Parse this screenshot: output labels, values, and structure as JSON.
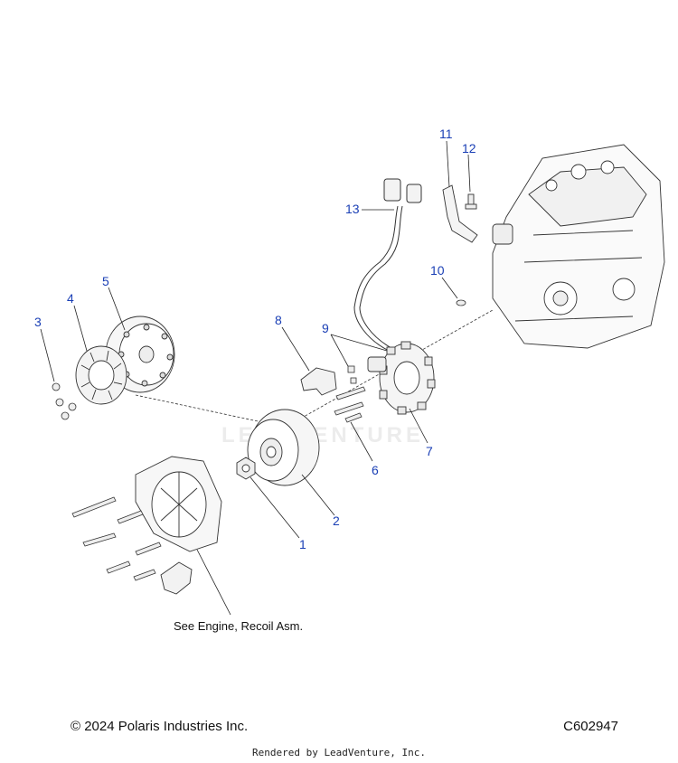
{
  "diagram": {
    "callouts": [
      {
        "id": "c1",
        "label": "1"
      },
      {
        "id": "c2",
        "label": "2"
      },
      {
        "id": "c3",
        "label": "3"
      },
      {
        "id": "c4",
        "label": "4"
      },
      {
        "id": "c5",
        "label": "5"
      },
      {
        "id": "c6",
        "label": "6"
      },
      {
        "id": "c7",
        "label": "7"
      },
      {
        "id": "c8",
        "label": "8"
      },
      {
        "id": "c9",
        "label": "9"
      },
      {
        "id": "c10",
        "label": "10"
      },
      {
        "id": "c11",
        "label": "11"
      },
      {
        "id": "c12",
        "label": "12"
      },
      {
        "id": "c13",
        "label": "13"
      }
    ],
    "note": "See Engine, Recoil Asm.",
    "watermark": "LEADVENTURE"
  },
  "footer": {
    "copyright": "© 2024 Polaris Industries Inc.",
    "diagram_code": "C602947",
    "rendered_by": "Rendered by LeadVenture, Inc."
  },
  "colors": {
    "callout": "#1a3fb5",
    "line": "#222222"
  }
}
